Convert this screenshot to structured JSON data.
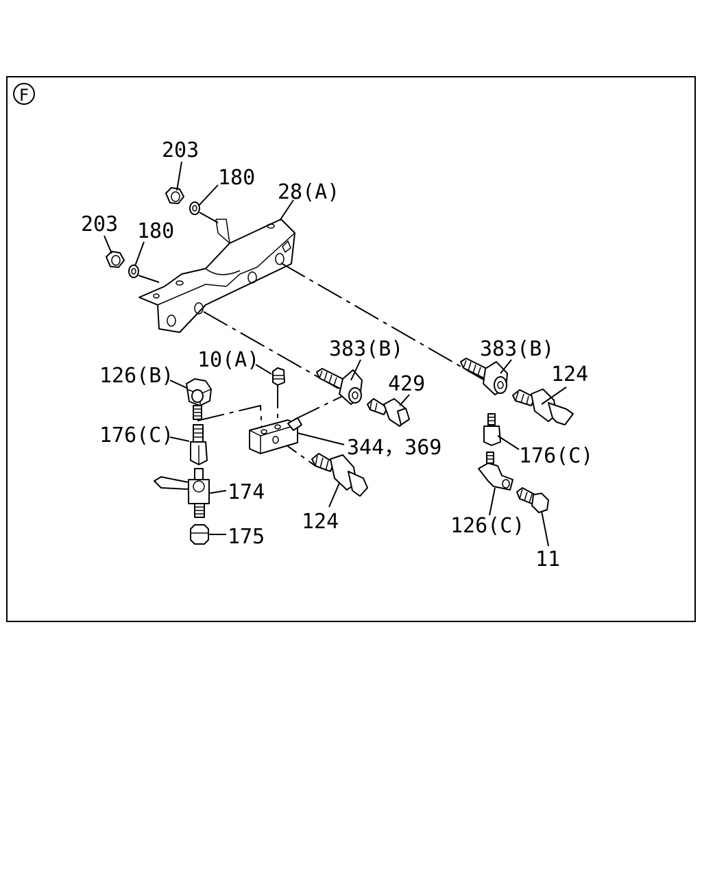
{
  "section_marker": "F",
  "labels": {
    "l203a": "203",
    "l180a": "180",
    "l28a": "28(A)",
    "l203b": "203",
    "l180b": "180",
    "l383b1": "383(B)",
    "l383b2": "383(B)",
    "l10a": "10(A)",
    "l126b": "126(B)",
    "l429": "429",
    "l124a": "124",
    "l176c1": "176(C)",
    "l344": "344，369",
    "l176c2": "176(C)",
    "l174": "174",
    "l124b": "124",
    "l126c": "126(C)",
    "l175": "175",
    "l11": "11"
  }
}
